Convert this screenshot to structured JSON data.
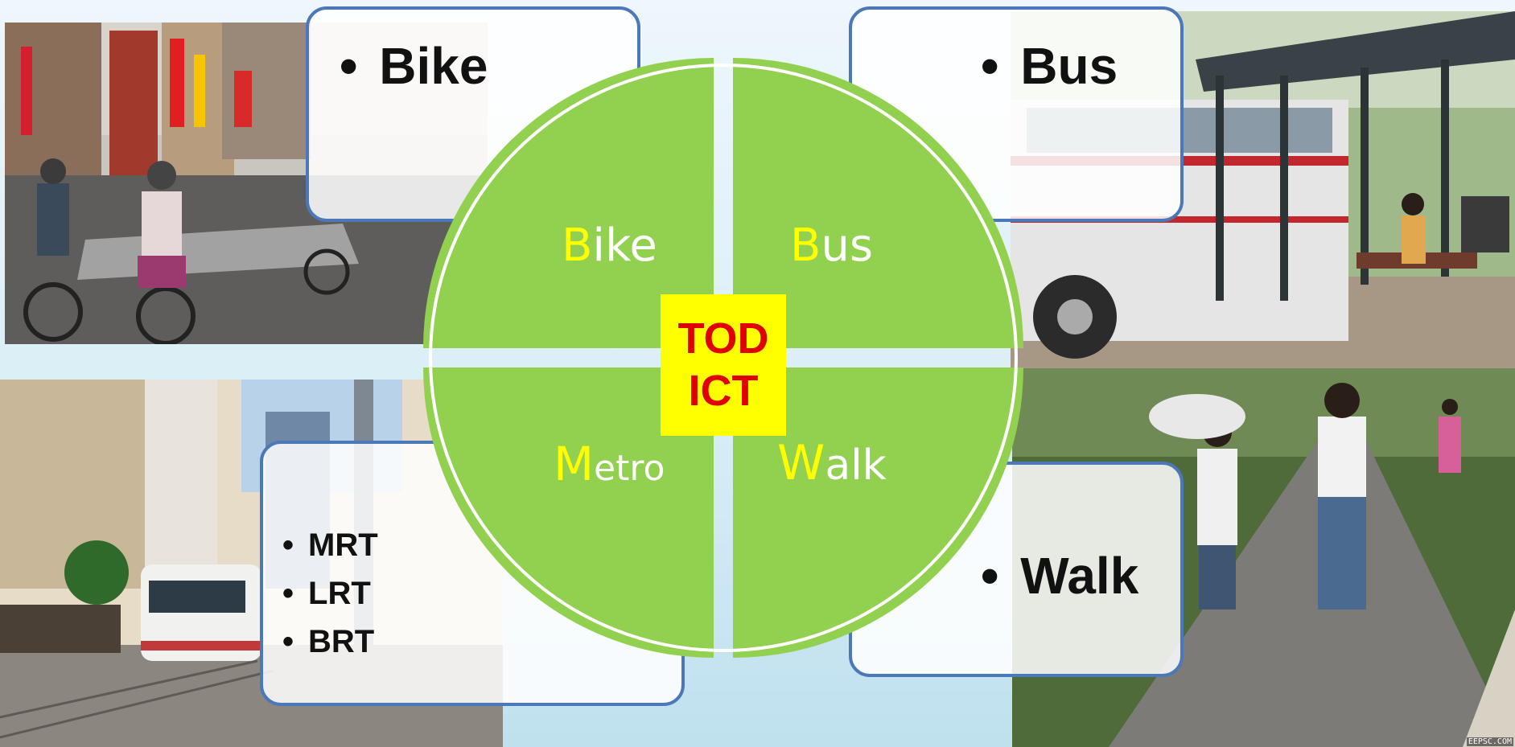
{
  "cards": {
    "bike": "Bike",
    "bus": "Bus",
    "walk": "Walk",
    "metro_items": [
      "MRT",
      "LRT",
      "BRT"
    ]
  },
  "bullet": "•",
  "quadrants": {
    "bike": {
      "first": "B",
      "rest": "ike"
    },
    "bus": {
      "first": "B",
      "rest": "us"
    },
    "metro": {
      "first": "M",
      "rest": "etro"
    },
    "walk": {
      "first": "W",
      "rest": "alk"
    }
  },
  "center": {
    "line1": "TOD",
    "line2": "ICT"
  },
  "watermark": "EEPSC.COM",
  "colors": {
    "circle_green": "#92d050",
    "highlight_yellow": "#ffff00",
    "center_red": "#e00000",
    "card_border": "#4a78b8"
  },
  "icons": {
    "bike_photo": "street-cyclists-photo",
    "bus_photo": "bus-stop-photo",
    "metro_photo": "light-rail-street-photo",
    "walk_photo": "pedestrian-path-photo"
  }
}
